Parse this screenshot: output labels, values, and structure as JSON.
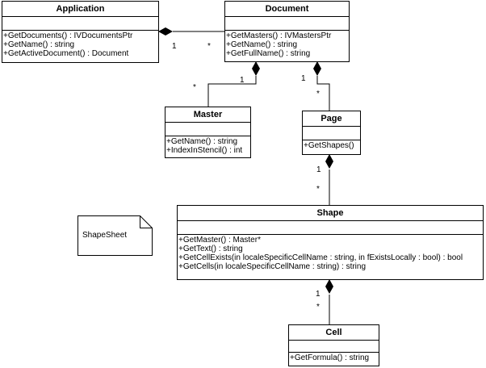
{
  "classes": {
    "application": {
      "name": "Application",
      "operations": [
        "+GetDocuments() : IVDocumentsPtr",
        "+GetName() : string",
        "+GetActiveDocument() : Document"
      ]
    },
    "document": {
      "name": "Document",
      "operations": [
        "+GetMasters() : IVMastersPtr",
        "+GetName() : string",
        "+GetFullName() : string"
      ]
    },
    "master": {
      "name": "Master",
      "operations": [
        "+GetName() : string",
        "+IndexInStencil() : int"
      ]
    },
    "page": {
      "name": "Page",
      "operations": [
        "+GetShapes()"
      ]
    },
    "shape": {
      "name": "Shape",
      "operations": [
        "+GetMaster() : Master*",
        "+GetText() : string",
        "+GetCellExists(in localeSpecificCellName : string, in fExistsLocally : bool) : bool",
        "+GetCells(in localeSpecificCellName : string) : string"
      ]
    },
    "cell": {
      "name": "Cell",
      "operations": [
        "+GetFormula() : string"
      ]
    }
  },
  "associations": {
    "application_document": {
      "whole": "1",
      "part": "*"
    },
    "document_master": {
      "whole": "1",
      "part": "*"
    },
    "document_page": {
      "whole": "1",
      "part": "*"
    },
    "page_shape": {
      "whole": "1",
      "part": "*"
    },
    "shape_cell": {
      "whole": "1",
      "part": "*"
    }
  },
  "note": {
    "text": "ShapeSheet"
  }
}
